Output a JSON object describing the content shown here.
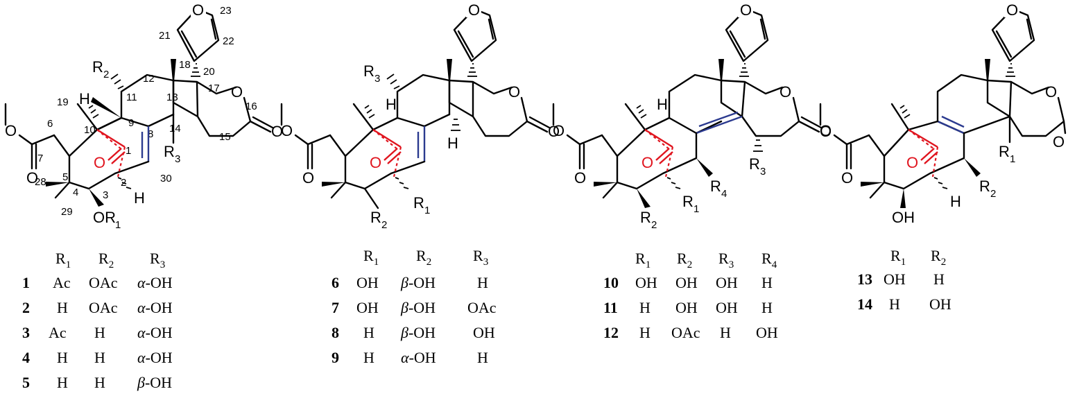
{
  "structure1": {
    "atoms": {
      "o_furan": "O",
      "o_lactone": "O",
      "o_carbonyl16": "O",
      "o_ester": "O",
      "o_ester_dbl": "O",
      "o_bridge": "O",
      "h9": "H",
      "h2": "H",
      "r2": "R",
      "r2sub": "2",
      "r3": "R",
      "r3sub": "3",
      "or1": "OR",
      "or1sub": "1"
    },
    "numbers": {
      "n23": "23",
      "n21": "21",
      "n22": "22",
      "n20": "20",
      "n18": "18",
      "n17": "17",
      "n12": "12",
      "n11": "11",
      "n13": "13",
      "n19": "19",
      "n9": "9",
      "n16": "16",
      "n14": "14",
      "n10": "10",
      "n8": "8",
      "n6": "6",
      "n7": "7",
      "n5": "5",
      "n1": "1",
      "n15": "15",
      "n4": "4",
      "n30": "30",
      "n28": "28",
      "n2": "2",
      "n3": "3",
      "n29": "29"
    }
  },
  "structure2": {
    "atoms": {
      "o_furan": "O",
      "o_lactone": "O",
      "o_carbonyl": "O",
      "o_ester": "O",
      "o_ester_dbl": "O",
      "o_bridge": "O",
      "h9": "H",
      "h14": "H",
      "r3": "R",
      "r3sub": "3",
      "r1": "R",
      "r1sub": "1",
      "r2": "R",
      "r2sub": "2"
    }
  },
  "structure3": {
    "atoms": {
      "o_furan": "O",
      "o_lactone": "O",
      "o_carbonyl": "O",
      "o_ester": "O",
      "o_ester_dbl": "O",
      "o_bridge": "O",
      "h9": "H",
      "r3": "R",
      "r3sub": "3",
      "r4": "R",
      "r4sub": "4",
      "r1": "R",
      "r1sub": "1",
      "r2": "R",
      "r2sub": "2"
    }
  },
  "structure4": {
    "atoms": {
      "o_furan": "O",
      "o_lactone": "O",
      "o_carbonyl": "O",
      "o_ester": "O",
      "o_ester_dbl": "O",
      "o_bridge": "O",
      "h2": "H",
      "oh": "OH",
      "r1": "R",
      "r1sub": "1",
      "r2": "R",
      "r2sub": "2"
    }
  },
  "table1": {
    "headers": [
      [
        "R",
        "1"
      ],
      [
        "R",
        "2"
      ],
      [
        "R",
        "3"
      ]
    ],
    "rows": [
      {
        "id": "1",
        "c1": "Ac",
        "c2": "OAc",
        "c3a": "α",
        "c3b": "-OH"
      },
      {
        "id": "2",
        "c1": "H",
        "c2": "OAc",
        "c3a": "α",
        "c3b": "-OH"
      },
      {
        "id": "3",
        "c1": "Ac",
        "c2": "H",
        "c3a": "α",
        "c3b": "-OH"
      },
      {
        "id": "4",
        "c1": "H",
        "c2": "H",
        "c3a": "α",
        "c3b": "-OH"
      },
      {
        "id": "5",
        "c1": "H",
        "c2": "H",
        "c3a": "β",
        "c3b": "-OH"
      }
    ]
  },
  "table2": {
    "headers": [
      [
        "R",
        "1"
      ],
      [
        "R",
        "2"
      ],
      [
        "R",
        "3"
      ]
    ],
    "rows": [
      {
        "id": "6",
        "c1": "OH",
        "c2a": "β",
        "c2b": "-OH",
        "c3": "H"
      },
      {
        "id": "7",
        "c1": "OH",
        "c2a": "β",
        "c2b": "-OH",
        "c3": "OAc"
      },
      {
        "id": "8",
        "c1": "H",
        "c2a": "β",
        "c2b": "-OH",
        "c3": "OH"
      },
      {
        "id": "9",
        "c1": "H",
        "c2a": "α",
        "c2b": "-OH",
        "c3": "H"
      }
    ]
  },
  "table3": {
    "headers": [
      [
        "R",
        "1"
      ],
      [
        "R",
        "2"
      ],
      [
        "R",
        "3"
      ],
      [
        "R",
        "4"
      ]
    ],
    "rows": [
      {
        "id": "10",
        "c1": "OH",
        "c2": "OH",
        "c3": "OH",
        "c4": "H"
      },
      {
        "id": "11",
        "c1": "H",
        "c2": "OH",
        "c3": "OH",
        "c4": "H"
      },
      {
        "id": "12",
        "c1": "H",
        "c2": "OAc",
        "c3": "H",
        "c4": "OH"
      }
    ]
  },
  "table4": {
    "headers": [
      [
        "R",
        "1"
      ],
      [
        "R",
        "2"
      ]
    ],
    "rows": [
      {
        "id": "13",
        "c1": "OH",
        "c2": "H"
      },
      {
        "id": "14",
        "c1": "H",
        "c2": "OH"
      }
    ]
  }
}
